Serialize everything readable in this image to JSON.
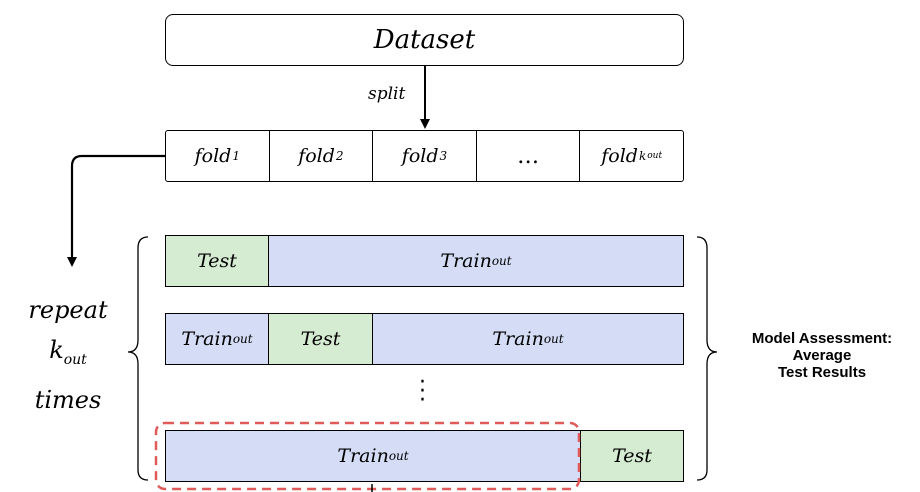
{
  "dataset": "Dataset",
  "split_label": "split",
  "folds": {
    "f1": "fold",
    "f1_sub": "1",
    "f2": "fold",
    "f2_sub": "2",
    "f3": "fold",
    "f3_sub": "3",
    "ellipsis": "…",
    "fk": "fold",
    "fk_sub": "k",
    "fk_subsub": "out"
  },
  "rows": {
    "test": "Test",
    "train": "Train",
    "train_sub": "out"
  },
  "repeat": {
    "line1": "repeat",
    "line2": "k",
    "line2_sub": "out",
    "line3": "times"
  },
  "assessment": {
    "line1": "Model Assessment:",
    "line2": "Average",
    "line3": "Test Results"
  },
  "colors": {
    "test": "#d6ecd2",
    "train": "#d4dcf6",
    "highlight": "#e05a5a"
  }
}
